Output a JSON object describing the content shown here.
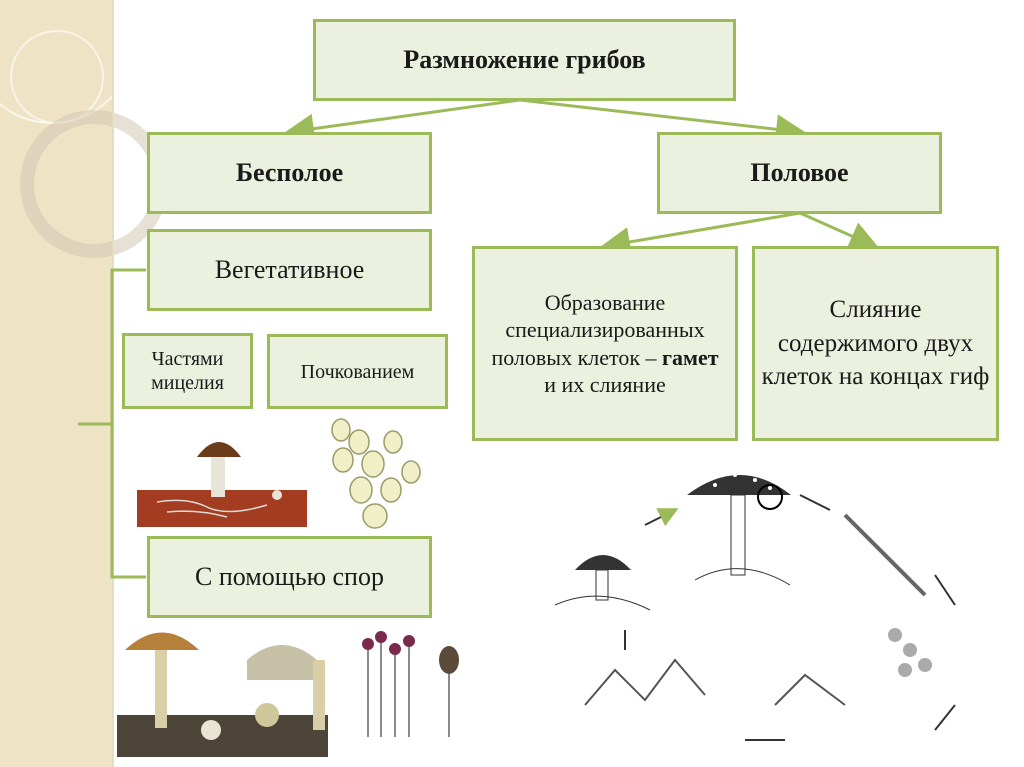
{
  "diagram": {
    "root": "Размножение грибов",
    "asexual": "Бесполое",
    "sexual": "Половое",
    "vegetative": "Вегетативное",
    "mycelium": "Частями мицелия",
    "budding": "Почкованием",
    "spores": "С помощью спор",
    "gametes_text": "Образование специализированных половых клеток –",
    "gametes_bold": "гамет",
    "gametes_end": " и их слияние",
    "fusion": "Слияние содержимого двух клеток на концах гиф"
  },
  "colors": {
    "box_fill": "#ebf1de",
    "box_border": "#9bbb59",
    "side_panel": "#efe3c6"
  }
}
